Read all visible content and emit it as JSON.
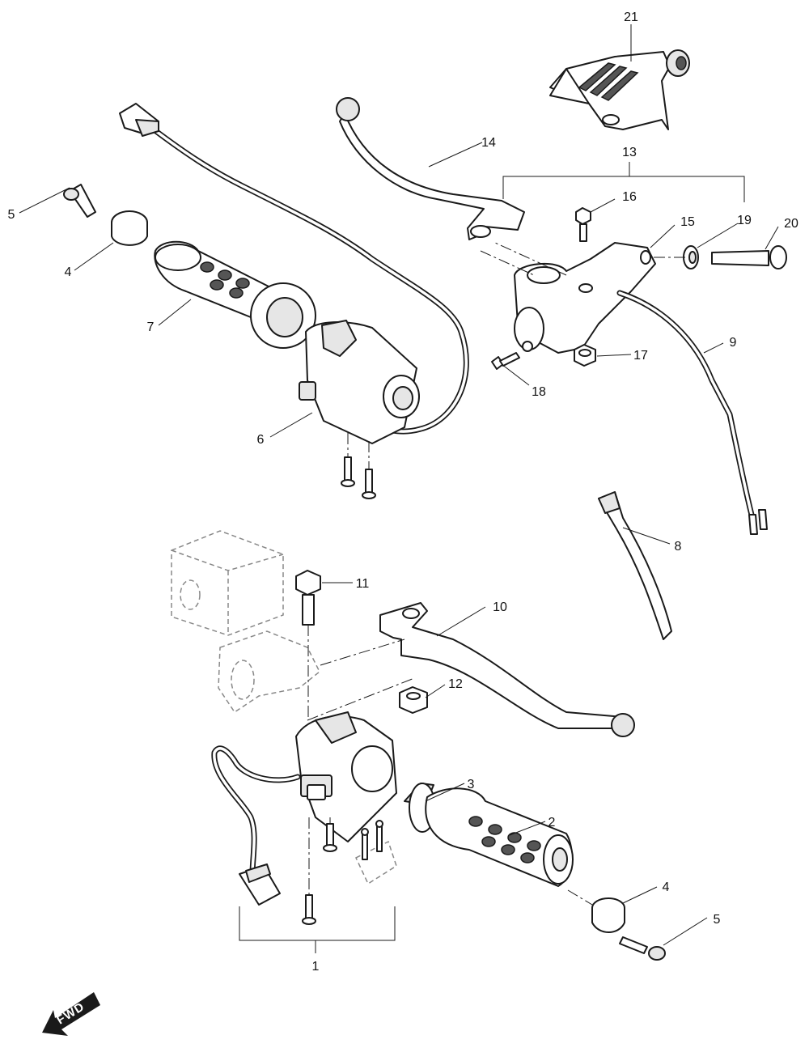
{
  "diagram": {
    "callouts": [
      {
        "id": "c21",
        "label": "21"
      },
      {
        "id": "c14",
        "label": "14"
      },
      {
        "id": "c13",
        "label": "13"
      },
      {
        "id": "c16",
        "label": "16"
      },
      {
        "id": "c15",
        "label": "15"
      },
      {
        "id": "c19",
        "label": "19"
      },
      {
        "id": "c20",
        "label": "20"
      },
      {
        "id": "c5a",
        "label": "5"
      },
      {
        "id": "c4a",
        "label": "4"
      },
      {
        "id": "c7",
        "label": "7"
      },
      {
        "id": "c6",
        "label": "6"
      },
      {
        "id": "c9",
        "label": "9"
      },
      {
        "id": "c17",
        "label": "17"
      },
      {
        "id": "c18",
        "label": "18"
      },
      {
        "id": "c8",
        "label": "8"
      },
      {
        "id": "c11",
        "label": "11"
      },
      {
        "id": "c10",
        "label": "10"
      },
      {
        "id": "c12",
        "label": "12"
      },
      {
        "id": "c3",
        "label": "3"
      },
      {
        "id": "c2",
        "label": "2"
      },
      {
        "id": "c4b",
        "label": "4"
      },
      {
        "id": "c5b",
        "label": "5"
      },
      {
        "id": "c1",
        "label": "1"
      }
    ],
    "fwd_label": "FWD",
    "colors": {
      "line": "#1a1a1a",
      "ghost": "#888888",
      "background": "#ffffff"
    }
  }
}
